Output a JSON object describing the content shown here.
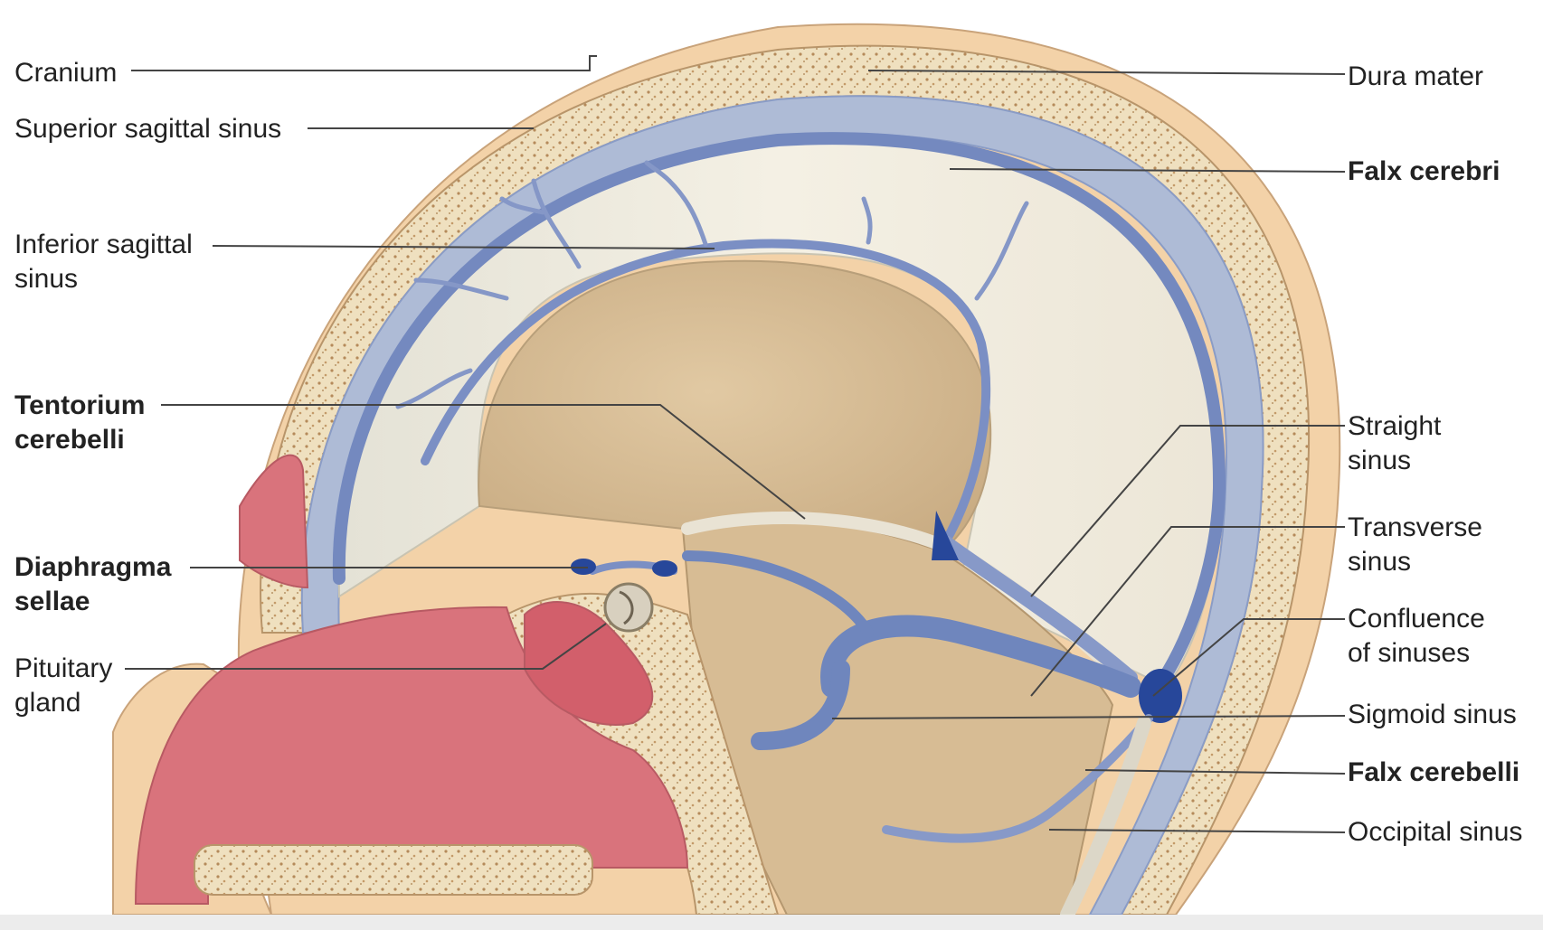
{
  "diagram": {
    "labels_left": {
      "cranium": "Cranium",
      "superior_sagittal_sinus": "Superior sagittal sinus",
      "inferior_sagittal_sinus": [
        "Inferior sagittal",
        "sinus"
      ],
      "tentorium_cerebelli": [
        "Tentorium",
        "cerebelli"
      ],
      "diaphragma_sellae": [
        "Diaphragma",
        "sellae"
      ],
      "pituitary_gland": [
        "Pituitary",
        "gland"
      ]
    },
    "labels_right": {
      "dura_mater": "Dura mater",
      "falx_cerebri": "Falx cerebri",
      "straight_sinus": [
        "Straight",
        "sinus"
      ],
      "transverse_sinus": [
        "Transverse",
        "sinus"
      ],
      "confluence_of_sinuses": [
        "Confluence",
        "of sinuses"
      ],
      "sigmoid_sinus": "Sigmoid sinus",
      "falx_cerebelli": "Falx cerebelli",
      "occipital_sinus": "Occipital sinus"
    },
    "colors": {
      "skin": "#f3d2a8",
      "bone": "#efe0bf",
      "dura": "#aebbd6",
      "falx": "#f2ede1",
      "brain_cavity": "#d8bf98",
      "sinus_vein": "#6f86bd",
      "sinus_dark": "#27479a",
      "nasal_mucosa": "#d9737c",
      "leader_line": "#444444"
    }
  }
}
